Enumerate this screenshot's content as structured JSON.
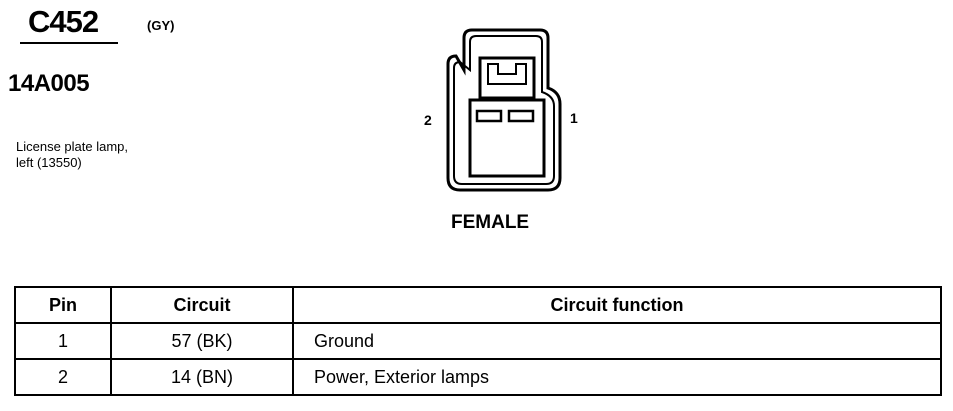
{
  "header": {
    "connector_id": "C452",
    "wire_color": "(GY)",
    "part_number": "14A005",
    "description_line1": "License plate lamp,",
    "description_line2": "left (13550)"
  },
  "connector": {
    "pin_left_label": "2",
    "pin_right_label": "1",
    "gender_label": "FEMALE"
  },
  "pin_table": {
    "headers": {
      "pin": "Pin",
      "circuit": "Circuit",
      "function": "Circuit function"
    },
    "rows": [
      {
        "pin": "1",
        "circuit": "57 (BK)",
        "function": "Ground"
      },
      {
        "pin": "2",
        "circuit": "14 (BN)",
        "function": "Power, Exterior lamps"
      }
    ]
  }
}
